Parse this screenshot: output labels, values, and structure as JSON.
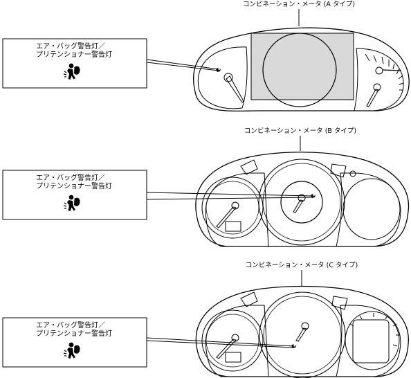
{
  "panels": [
    {
      "caption": "コンビネーション・メータ (A タイプ)",
      "callout": {
        "line1": "エア・バッグ警告灯／",
        "line2": "プリテンショナー警告灯",
        "icon": "airbag-occupant-icon"
      }
    },
    {
      "caption": "コンビネーション・メータ (B タイプ)",
      "callout": {
        "line1": "エア・バッグ警告灯／",
        "line2": "プリテンショナー警告灯",
        "icon": "airbag-occupant-icon"
      }
    },
    {
      "caption": "コンビネーション・メータ (C タイプ)",
      "callout": {
        "line1": "エア・バッグ警告灯／",
        "line2": "プリテンショナー警告灯",
        "icon": "airbag-occupant-icon"
      }
    }
  ],
  "colors": {
    "line": "#000000",
    "display_fill": "#d9d9d9",
    "background": "#ffffff"
  }
}
